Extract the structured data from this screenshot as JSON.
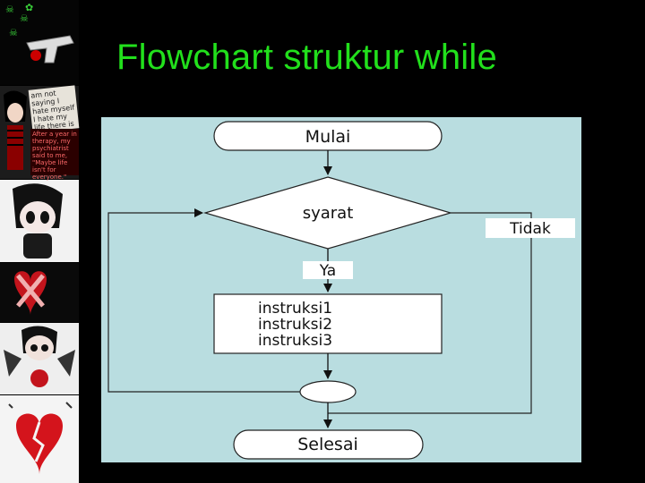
{
  "slide": {
    "title": "Flowchart struktur while",
    "title_color": "#22e01c",
    "background": "#000000"
  },
  "side_collage": {
    "note_1": "am not saying I hate myself I hate my life there is no reason to live",
    "note_2": "After a year in therapy, my psychiatrist said to me, \"Maybe life isn't for everyone.\"",
    "icons": [
      "skull-icon",
      "pistol-icon",
      "emo-doll-icon",
      "heart-icon",
      "broken-heart-icon"
    ]
  },
  "flowchart": {
    "background": "#b9dde0",
    "start_label": "Mulai",
    "condition_label": "syarat",
    "false_label": "Tidak",
    "true_label": "Ya",
    "body_lines": [
      "instruksi1",
      "instruksi2",
      "instruksi3"
    ],
    "end_label": "Selesai"
  }
}
